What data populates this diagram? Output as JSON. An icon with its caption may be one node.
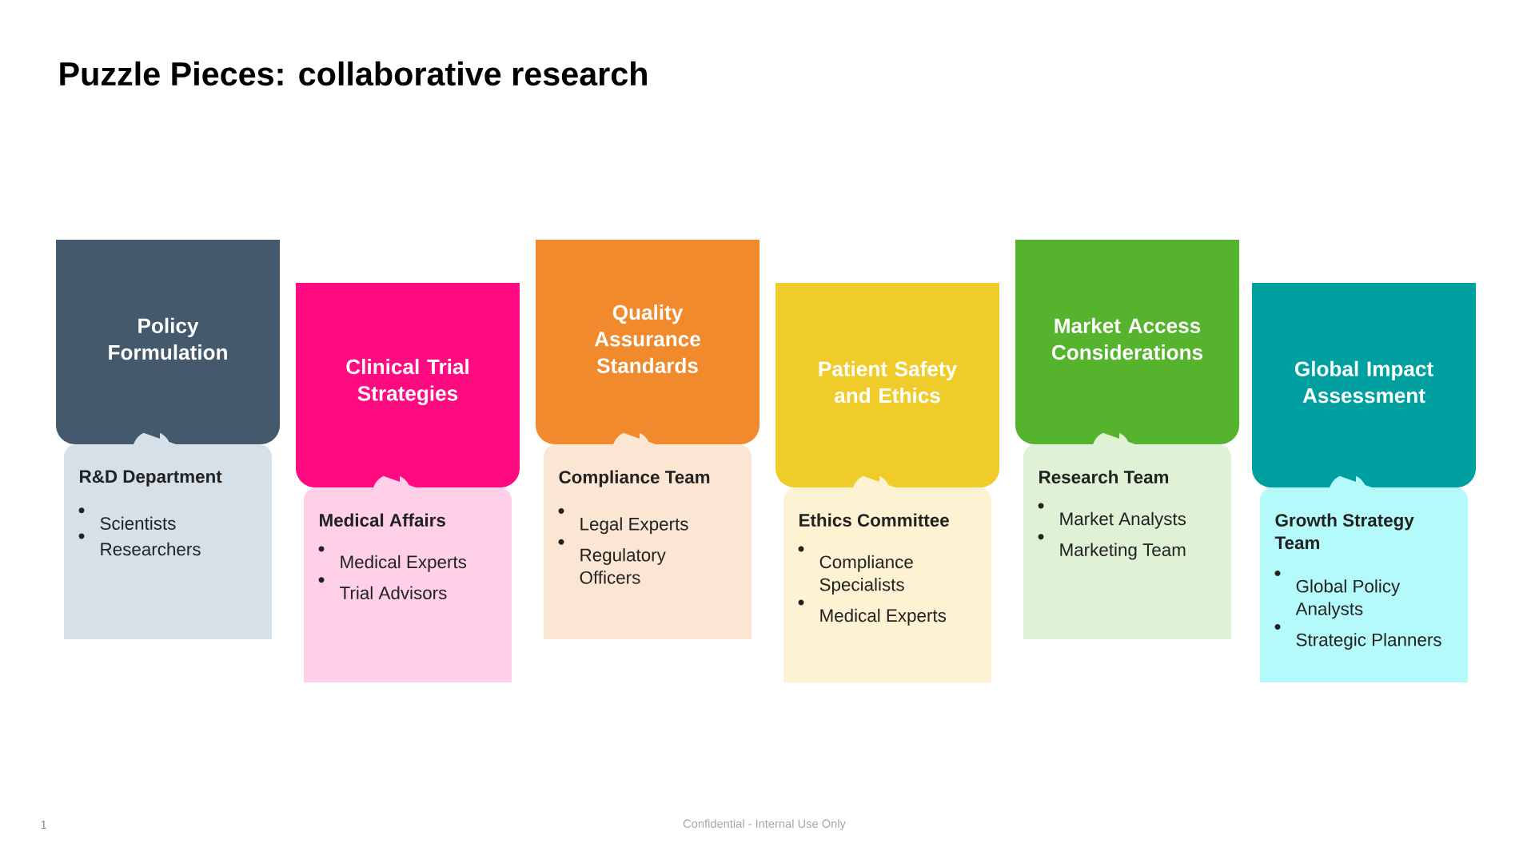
{
  "diagram": {
    "title": "Puzzle Pieces: collaborative research",
    "nodes": [
      {
        "text": [
          "Policy Formulation"
        ]
      },
      {
        "text": [
          "R&D Department",
          "Scientists",
          "Researchers"
        ]
      },
      {
        "text": [
          "Clinical Trial Strategies"
        ]
      },
      {
        "text": [
          "Medical Affairs",
          "Medical Experts",
          "Trial Advisors"
        ]
      },
      {
        "text": [
          "Quality Assurance Standards"
        ]
      },
      {
        "text": [
          "Compliance Team",
          "Legal Experts",
          "Regulatory Officers"
        ]
      },
      {
        "text": [
          "Patient Safety and Ethics"
        ]
      },
      {
        "text": [
          "Ethics Committee",
          "Compliance Specialists",
          "Medical Experts"
        ]
      },
      {
        "text": [
          "Market Access Considerations"
        ]
      },
      {
        "text": [
          "Research Team",
          "Market Analysts",
          "Marketing Team"
        ]
      },
      {
        "text": [
          "Global Impact Assessment"
        ]
      },
      {
        "text": [
          "Growth Strategy Team",
          "Global Policy Analysts",
          "Strategic Planners"
        ]
      }
    ],
    "labels": [
      "1",
      "Confidential - Internal Use Only"
    ]
  }
}
